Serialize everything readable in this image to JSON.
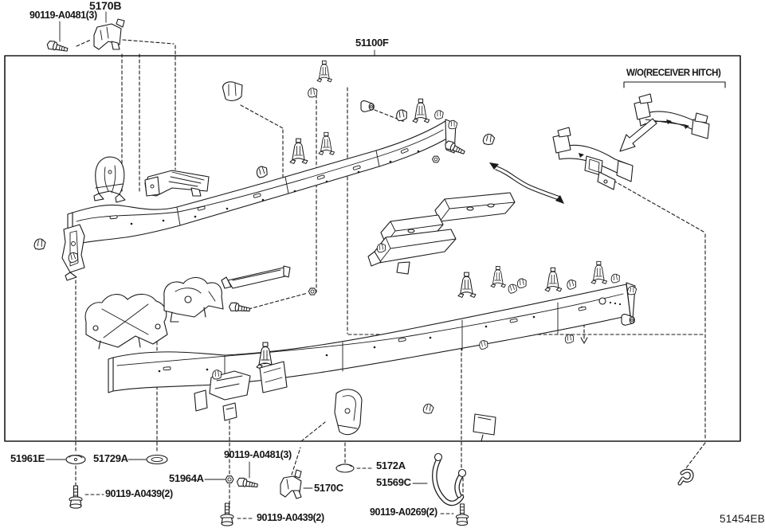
{
  "diagram": {
    "title_part": "51100F",
    "drawing_code": "51454EB",
    "variant_note": "W/O(RECEIVER HITCH)"
  },
  "colors": {
    "line": "#1a1a1a",
    "background": "#ffffff"
  },
  "labels": {
    "p5170b": "5170B",
    "a0481_top": "90119-A0481(3)",
    "p51100f": "51100F",
    "wo_hitch": "W/O(RECEIVER HITCH)",
    "p51961e": "51961E",
    "p51729a": "51729A",
    "a0481_bottom": "90119-A0481(3)",
    "p51964a": "51964A",
    "p5170c": "5170C",
    "p5172a": "5172A",
    "p51569c": "51569C",
    "a0439_left": "90119-A0439(2)",
    "a0439_center": "90119-A0439(2)",
    "a0269": "90119-A0269(2)",
    "diagram_code": "51454EB"
  }
}
